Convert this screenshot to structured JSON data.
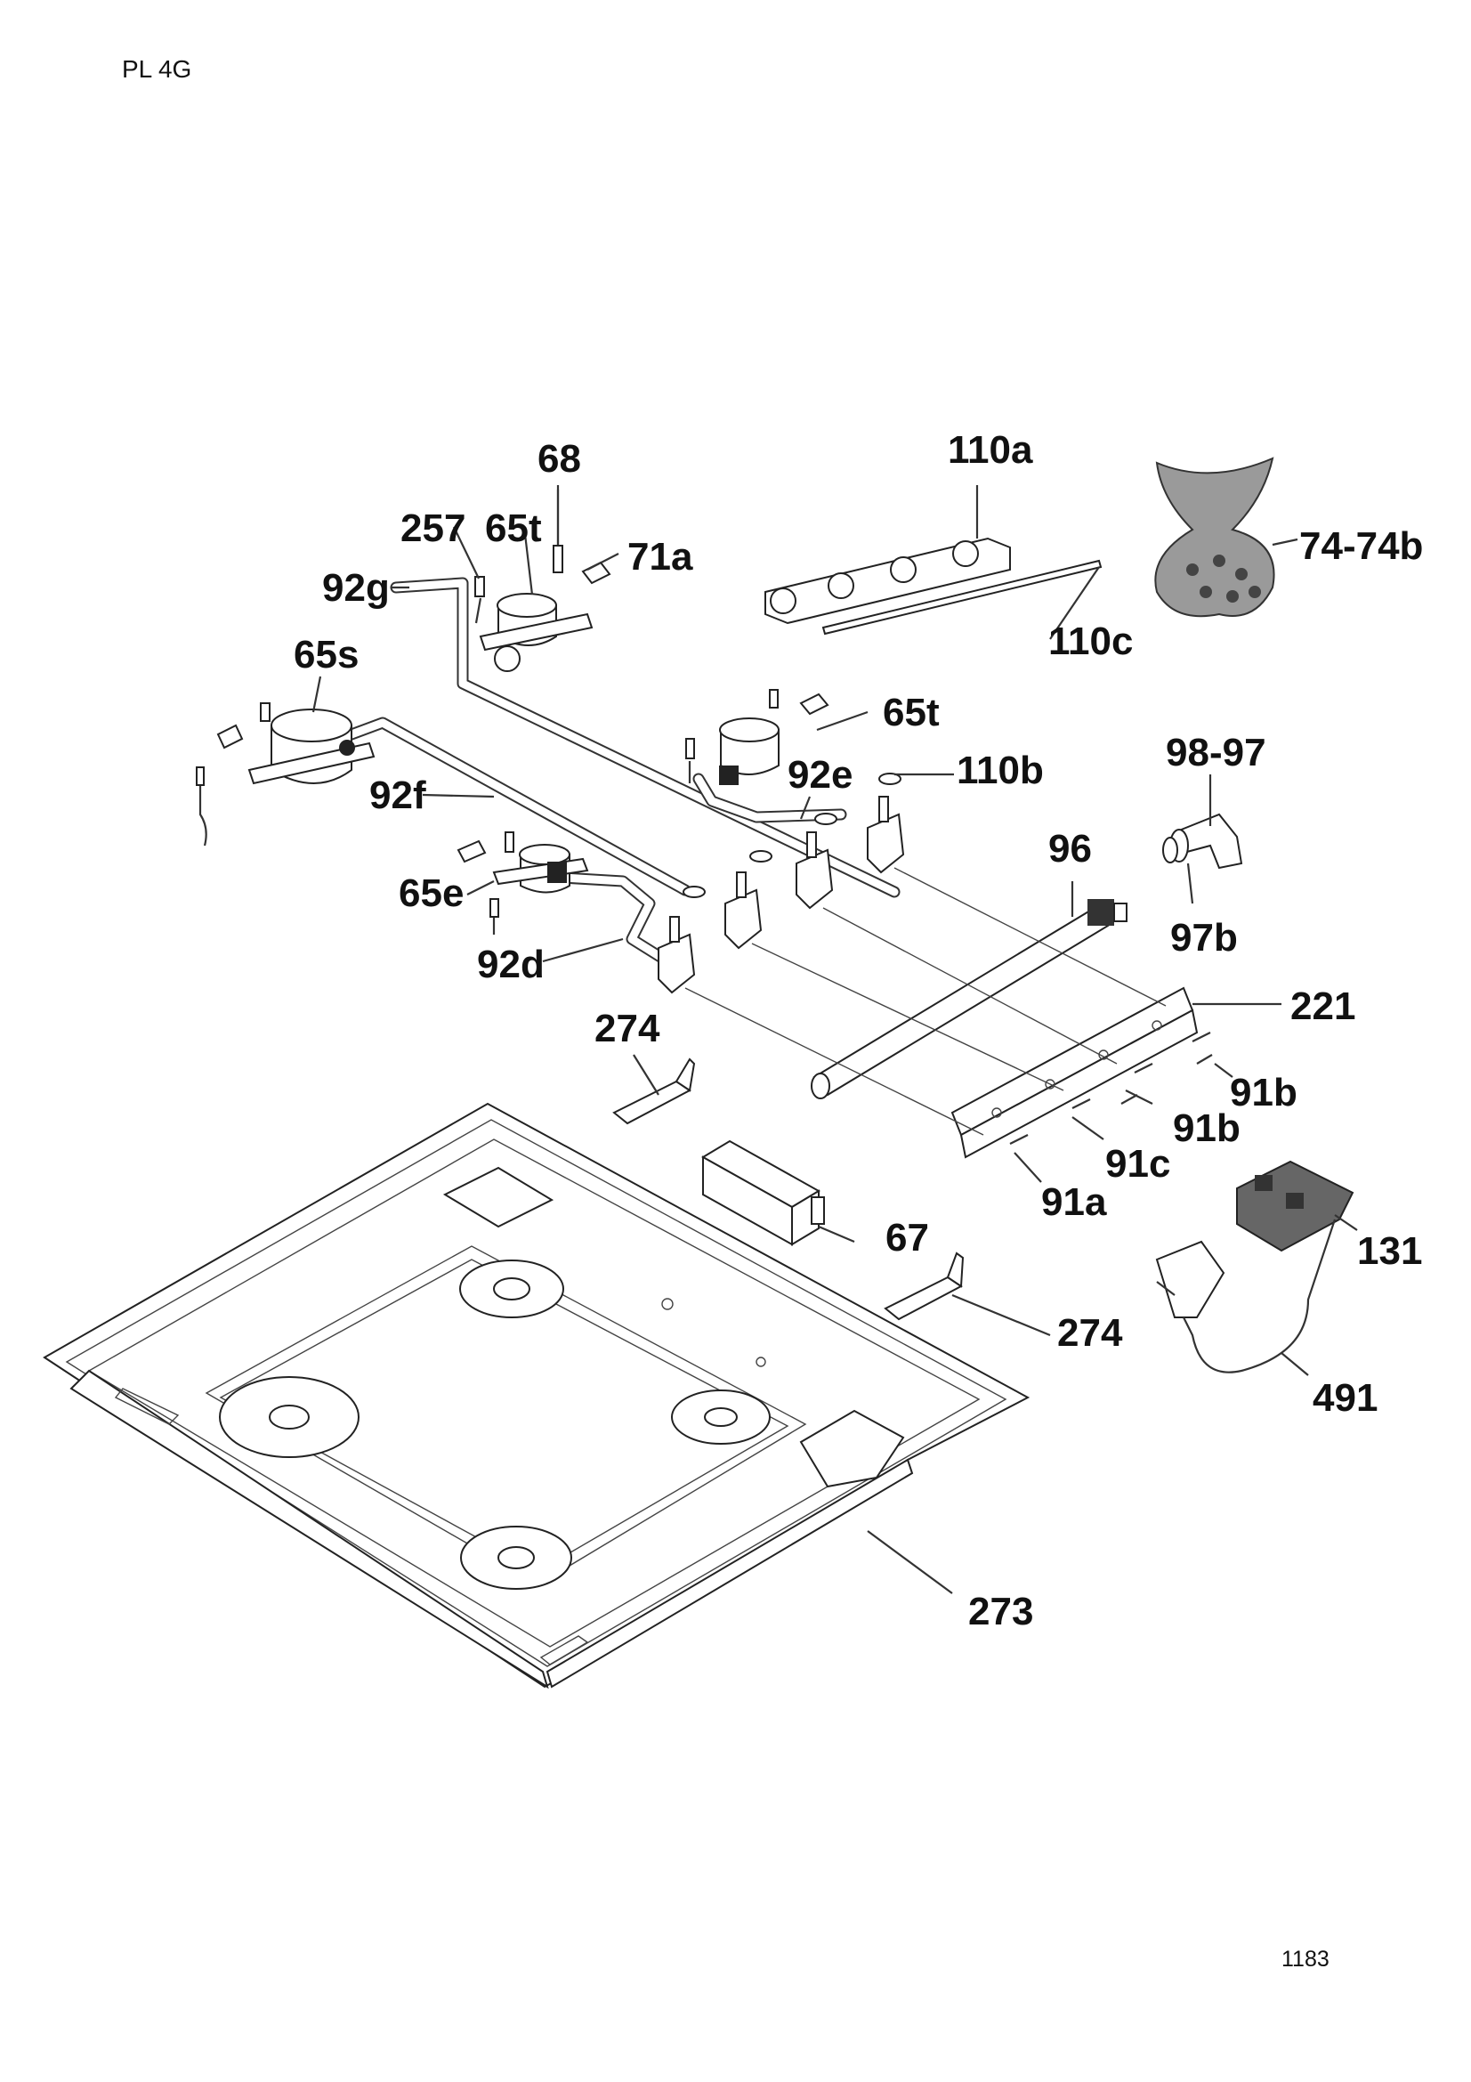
{
  "header": {
    "model": "PL 4G"
  },
  "footer": {
    "page_number": "1183"
  },
  "callouts": {
    "c68": "68",
    "c110a": "110a",
    "c257": "257",
    "c65t_top": "65t",
    "c71a": "71a",
    "c7474b": "74-74b",
    "c92g": "92g",
    "c65s": "65s",
    "c110c": "110c",
    "c65t_mid": "65t",
    "c92e": "92e",
    "c110b": "110b",
    "c9897": "98-97",
    "c92f": "92f",
    "c96": "96",
    "c65e": "65e",
    "c97b": "97b",
    "c92d": "92d",
    "c221": "221",
    "c274_top": "274",
    "c91b_1": "91b",
    "c91b_2": "91b",
    "c91c": "91c",
    "c91a": "91a",
    "c67": "67",
    "c131": "131",
    "c274_bot": "274",
    "c491": "491",
    "c273": "273"
  }
}
